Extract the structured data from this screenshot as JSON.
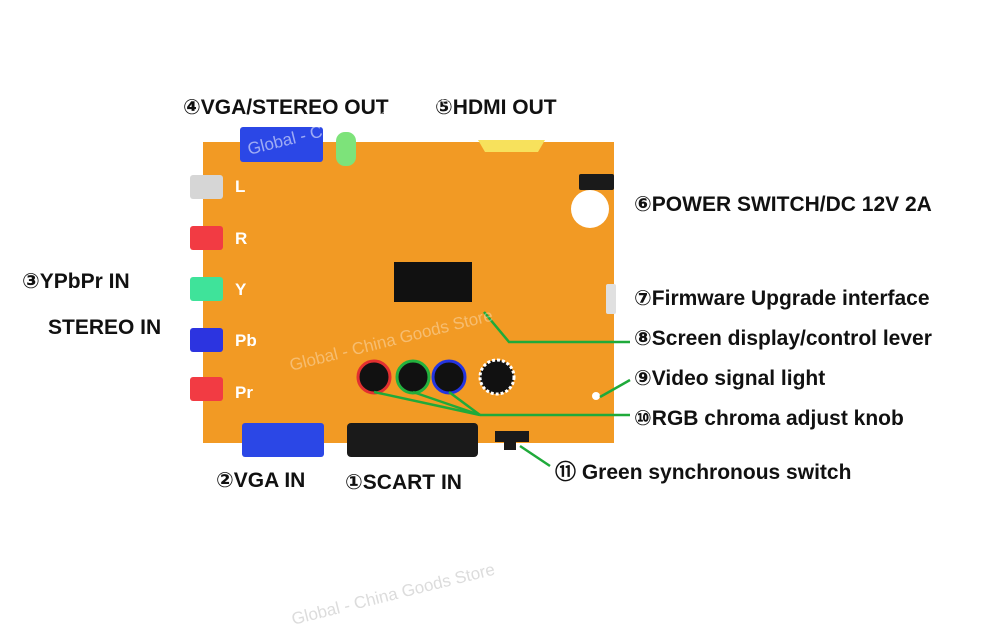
{
  "colors": {
    "board": "#f29a24",
    "blue_port": "#2b47e6",
    "hdmi": "#f7e15c",
    "green_led": "#7de37a",
    "l_port": "#d6d6d6",
    "r_port": "#f23b43",
    "y_port": "#3fe39a",
    "pb_port": "#2c34e0",
    "pr_port": "#f23b43",
    "leader_line": "#1faa3a"
  },
  "board_ports": {
    "l": "L",
    "r": "R",
    "y": "Y",
    "pb": "Pb",
    "pr": "Pr"
  },
  "callouts": {
    "c1": "①SCART IN",
    "c2": "②VGA IN",
    "c3": "③YPbPr IN",
    "c3b": "STEREO IN",
    "c4": "④VGA/STEREO OUT",
    "c5": "⑤HDMI OUT",
    "c6": "⑥POWER SWITCH/DC 12V 2A",
    "c7": "⑦Firmware Upgrade interface",
    "c8": "⑧Screen display/control lever",
    "c9": "⑨Video signal light",
    "c10": "⑩RGB chroma adjust knob",
    "c11": "⑪ Green synchronous switch"
  },
  "watermarks": {
    "w1": "Global - China Goods Store",
    "w2": "Global - China Goods Store",
    "w3": "Global - China Goods Store"
  }
}
